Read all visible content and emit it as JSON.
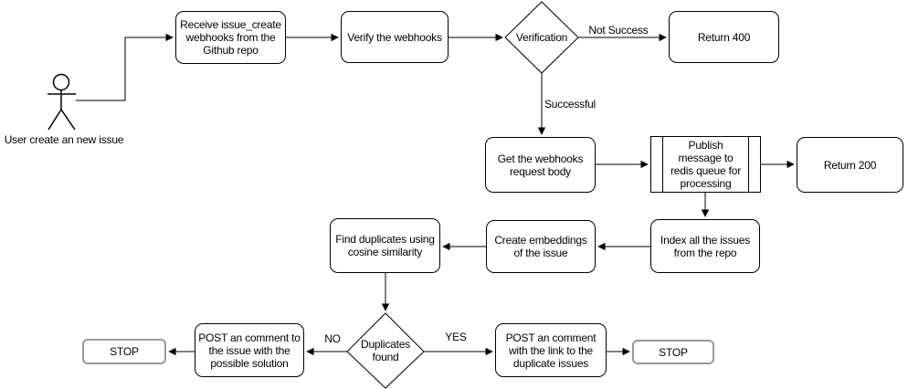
{
  "nodes": {
    "actor": {
      "label": "User create an new issue"
    },
    "receive": {
      "label": "Receive issue_create webhooks from the Github repo"
    },
    "verify": {
      "label": "Verify the webhooks"
    },
    "verification": {
      "label": "Verification"
    },
    "return400": {
      "label": "Return 400"
    },
    "get_body": {
      "label": "Get the webhooks request body"
    },
    "publish": {
      "label": "Publish message to redis queue for processing"
    },
    "return200": {
      "label": "Return 200"
    },
    "index_issues": {
      "label": "Index all the issues from the repo"
    },
    "embeddings": {
      "label": "Create embeddings of the issue"
    },
    "find_duplicates": {
      "label": "Find duplicates using cosine similarity"
    },
    "duplicates_found": {
      "label": "Duplicates found"
    },
    "post_no_branch": {
      "label": "POST an comment to the issue with the possible solution"
    },
    "stop_left": {
      "label": "STOP"
    },
    "post_yes_branch": {
      "label": "POST an comment with the link to the duplicate issues"
    },
    "stop_right": {
      "label": "STOP"
    }
  },
  "edge_labels": {
    "not_success": "Not Success",
    "successful": "Successful",
    "no": "NO",
    "yes": "YES"
  },
  "colors": {
    "stroke": "#000000",
    "stop_border": "#999999",
    "background": "#ffffff"
  }
}
